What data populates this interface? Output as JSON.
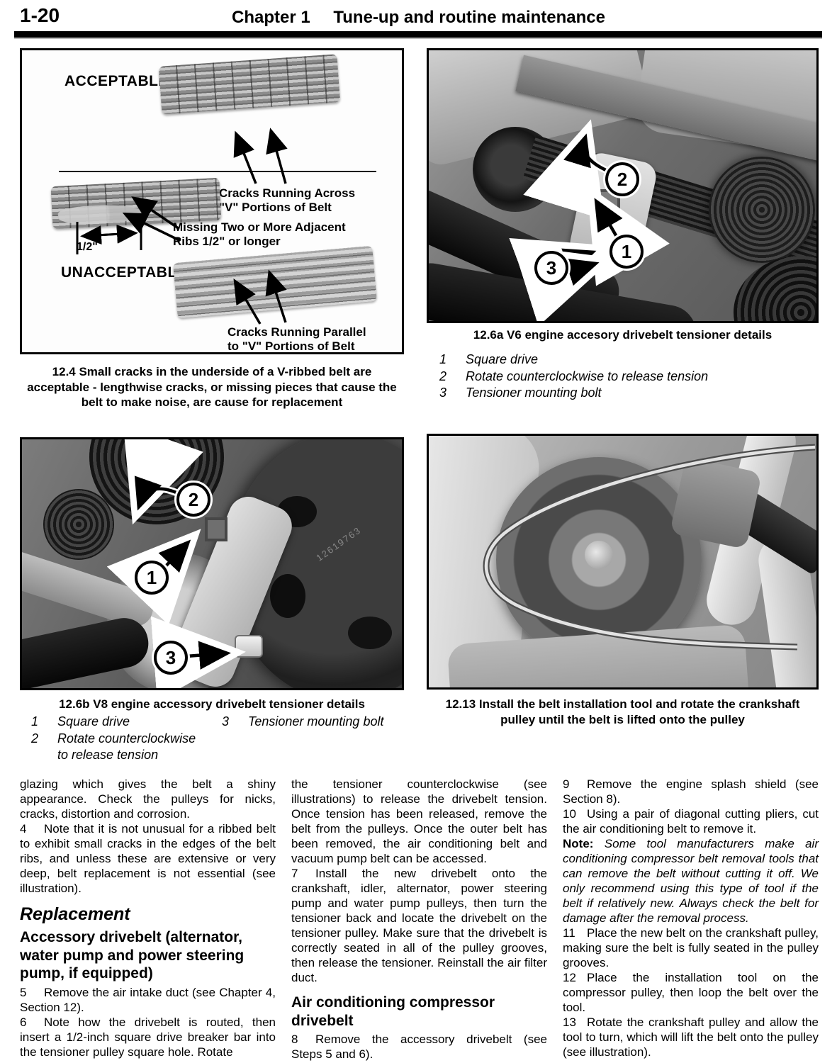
{
  "ink": "#000000",
  "paper": "#ffffff",
  "header": {
    "page_number": "1-20",
    "chapter": "Chapter 1",
    "title": "Tune-up and routine maintenance"
  },
  "figure_12_4": {
    "acceptable_label": "ACCEPTABLE",
    "cracks_across_label": "Cracks Running Across\n\"V\" Portions of Belt",
    "half_inch_label": "1/2\"",
    "missing_ribs_label": "Missing Two or More Adjacent\nRibs 1/2\" or longer",
    "unacceptable_label": "UNACCEPTABLE",
    "cracks_parallel_label": "Cracks Running Parallel\nto \"V\" Portions of Belt",
    "caption": "12.4 Small cracks in the underside of a V-ribbed belt are acceptable - lengthwise cracks, or missing pieces that cause the belt to make noise, are cause for replacement"
  },
  "figure_12_6a": {
    "caption": "12.6a V6 engine accesory drivebelt tensioner details",
    "callout_1": "1",
    "callout_2": "2",
    "callout_3": "3",
    "legend": [
      {
        "num": "1",
        "text": "Square drive"
      },
      {
        "num": "2",
        "text": "Rotate counterclockwise to release tension"
      },
      {
        "num": "3",
        "text": "Tensioner mounting bolt"
      }
    ]
  },
  "figure_12_6b": {
    "caption": "12.6b V8 engine accessory drivebelt tensioner details",
    "callout_1": "1",
    "callout_2": "2",
    "callout_3": "3",
    "stamp": "12619763",
    "legend_left": [
      {
        "num": "1",
        "text": "Square drive"
      },
      {
        "num": "2",
        "text": "Rotate counterclockwise\nto release tension"
      }
    ],
    "legend_right": [
      {
        "num": "3",
        "text": "Tensioner mounting bolt"
      }
    ]
  },
  "figure_12_13": {
    "caption": "12.13 Install the belt installation tool and rotate the crankshaft pulley until the belt is lifted onto the pulley"
  },
  "body": {
    "col1": {
      "p1": "glazing which gives the belt a shiny appearance. Check the pulleys for nicks, cracks, distortion and corrosion.",
      "step4_num": "4",
      "step4": "Note that it is not unusual for a ribbed belt to exhibit small cracks in the edges of the belt ribs, and unless these are extensive or very deep, belt replacement is not essential (see illustration).",
      "heading_replacement": "Replacement",
      "heading_accessory": "Accessory drivebelt (alternator, water pump and power steering pump, if equipped)",
      "step5_num": "5",
      "step5": "Remove the air intake duct (see Chapter 4, Section 12).",
      "step6_num": "6",
      "step6": "Note how the drivebelt is routed, then insert a 1/2-inch square drive breaker bar into the tensioner pulley square hole. Rotate"
    },
    "col2": {
      "p1": "the tensioner counterclockwise (see illustrations) to release the drivebelt tension. Once tension has been released, remove the belt from the pulleys. Once the outer belt has been removed, the air conditioning belt and vacuum pump belt can be accessed.",
      "step7_num": "7",
      "step7": "Install the new drivebelt onto the crankshaft, idler, alternator, power steering pump and water pump pulleys, then turn the tensioner back and locate the drivebelt on the tensioner pulley. Make sure that the drivebelt is correctly seated in all of the pulley grooves, then release the tensioner. Reinstall the air filter duct.",
      "heading_ac": "Air conditioning compressor drivebelt",
      "step8_num": "8",
      "step8": "Remove the accessory drivebelt (see Steps 5 and 6)."
    },
    "col3": {
      "step9_num": "9",
      "step9": "Remove the engine splash shield (see Section 8).",
      "step10_num": "10",
      "step10": "Using a pair of diagonal cutting pliers, cut the air conditioning belt to remove it.",
      "note_label": "Note:",
      "note_text": "Some tool manufacturers make air conditioning compressor belt removal tools that can remove the belt without cutting it off. We only recommend using this type of tool if the belt if relatively new. Always check the belt for damage after the removal process.",
      "step11_num": "11",
      "step11": "Place the new belt on the crankshaft pulley, making sure the belt is fully seated in the pulley grooves.",
      "step12_num": "12",
      "step12": "Place the installation tool on the compressor pulley, then loop the belt over the tool.",
      "step13_num": "13",
      "step13": "Rotate the crankshaft pulley and allow the tool to turn, which will lift the belt onto the pulley (see illustration)."
    }
  }
}
